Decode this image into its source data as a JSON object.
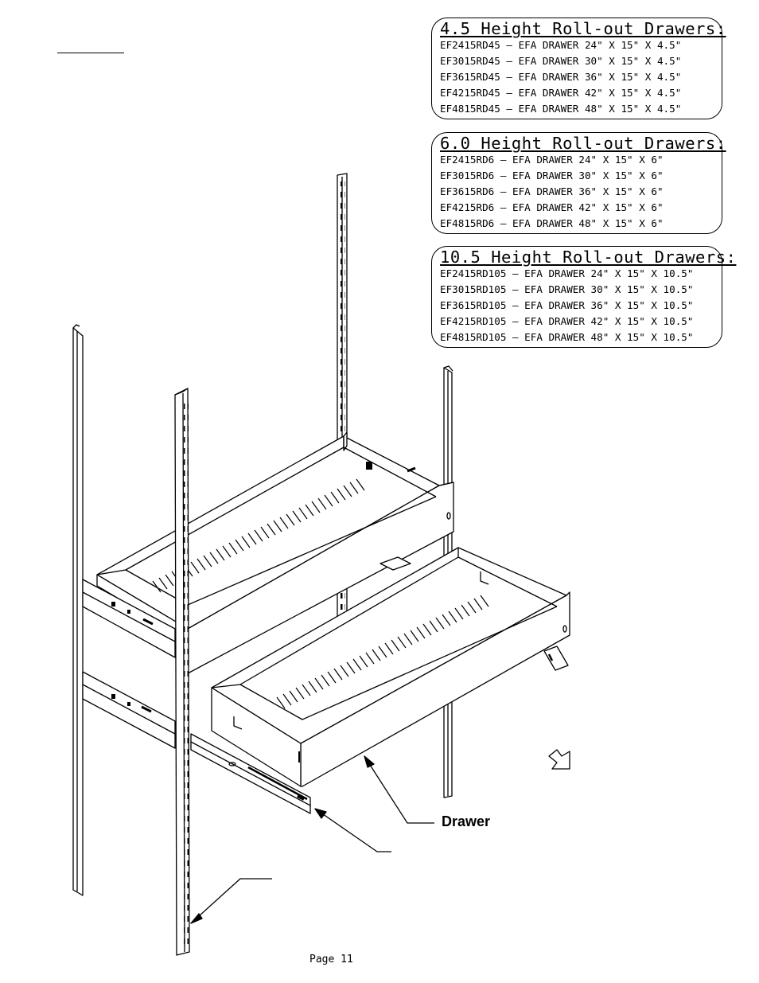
{
  "spec_boxes": [
    {
      "title": "4.5 Height Roll-out Drawers:",
      "lines": [
        "EF2415RD45 – EFA DRAWER 24\" X 15\" X 4.5\"",
        "EF3015RD45 – EFA DRAWER 30\" X 15\" X 4.5\"",
        "EF3615RD45 – EFA DRAWER 36\" X 15\" X 4.5\"",
        "EF4215RD45 – EFA DRAWER 42\" X 15\" X 4.5\"",
        "EF4815RD45 – EFA DRAWER 48\" X 15\" X 4.5\""
      ]
    },
    {
      "title": "6.0 Height Roll-out Drawers:",
      "lines": [
        "EF2415RD6 – EFA DRAWER 24\" X 15\" X 6\"",
        "EF3015RD6 – EFA DRAWER 30\" X 15\" X 6\"",
        "EF3615RD6 – EFA DRAWER 36\" X 15\" X 6\"",
        "EF4215RD6 – EFA DRAWER 42\" X 15\" X 6\"",
        "EF4815RD6 – EFA DRAWER 48\" X 15\" X 6\""
      ]
    },
    {
      "title": "10.5 Height Roll-out Drawers:",
      "lines": [
        "EF2415RD105 – EFA DRAWER 24\" X 15\" X 10.5\"",
        "EF3015RD105 – EFA DRAWER 30\" X 15\" X 10.5\"",
        "EF3615RD105 – EFA DRAWER 36\" X 15\" X 10.5\"",
        "EF4215RD105 – EFA DRAWER 42\" X 15\" X 10.5\"",
        "EF4815RD105 – EFA DRAWER 48\" X 15\" X 10.5\""
      ]
    }
  ],
  "callouts": {
    "drawer": "Drawer"
  },
  "footer": {
    "page": "Page 11"
  }
}
